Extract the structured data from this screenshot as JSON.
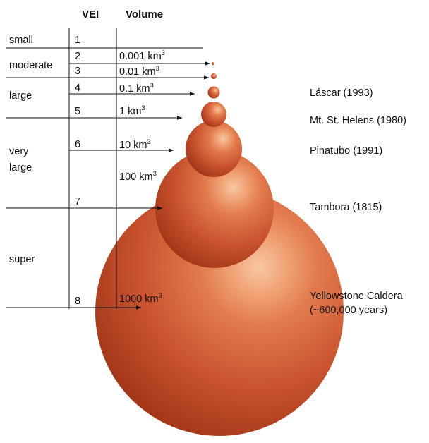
{
  "header": {
    "vei": "VEI",
    "volume": "Volume"
  },
  "categories": {
    "small": "small",
    "moderate": "moderate",
    "large": "large",
    "very_1": "very",
    "very_2": "large",
    "super": "super"
  },
  "vei_numbers": {
    "n1": "1",
    "n2": "2",
    "n3": "3",
    "n4": "4",
    "n5": "5",
    "n6": "6",
    "n7": "7",
    "n8": "8"
  },
  "volumes": {
    "v2": "0.001 km",
    "v3": "0.01 km",
    "v4": "0.1 km",
    "v5": "1 km",
    "v6": "10 km",
    "v7": "100 km",
    "v8": "1000 km",
    "cube": "3"
  },
  "eruptions": {
    "lascar": "Láscar (1993)",
    "st_helens": "Mt. St. Helens (1980)",
    "pinatubo": "Pinatubo (1991)",
    "tambora": "Tambora (1815)",
    "yellowstone_1": "Yellowstone Caldera",
    "yellowstone_2": "(~600,000 years)"
  },
  "colors": {
    "sphere_highlight": "#f7c8a4",
    "sphere_mid": "#d9653a",
    "sphere_dark": "#9d3214",
    "line": "#111111"
  }
}
